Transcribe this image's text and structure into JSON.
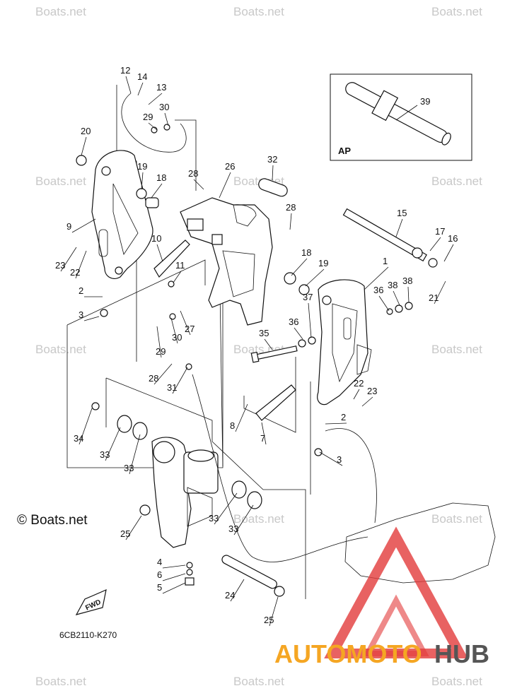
{
  "watermark_text": "Boats.net",
  "copyright_label": "© Boats.net",
  "diagram_code": "6CB2110-K270",
  "inset": {
    "label": "AP",
    "part_number": "39"
  },
  "fwd_label": "FWD",
  "logo": {
    "part1": "AUTOMOTO",
    "part2": "HUB",
    "color1": "#f5a623",
    "color2": "#555555",
    "triangle_color": "#e23b3b"
  },
  "callouts": [
    {
      "id": "c12",
      "label": "12"
    },
    {
      "id": "c14",
      "label": "14"
    },
    {
      "id": "c13",
      "label": "13"
    },
    {
      "id": "c29a",
      "label": "29"
    },
    {
      "id": "c30a",
      "label": "30"
    },
    {
      "id": "c20",
      "label": "20"
    },
    {
      "id": "c19a",
      "label": "19"
    },
    {
      "id": "c18a",
      "label": "18"
    },
    {
      "id": "c28a",
      "label": "28"
    },
    {
      "id": "c26",
      "label": "26"
    },
    {
      "id": "c32",
      "label": "32"
    },
    {
      "id": "c28b",
      "label": "28"
    },
    {
      "id": "c9",
      "label": "9"
    },
    {
      "id": "c10",
      "label": "10"
    },
    {
      "id": "c23a",
      "label": "23"
    },
    {
      "id": "c22a",
      "label": "22"
    },
    {
      "id": "c11",
      "label": "11"
    },
    {
      "id": "c2a",
      "label": "2"
    },
    {
      "id": "c3a",
      "label": "3"
    },
    {
      "id": "c27",
      "label": "27"
    },
    {
      "id": "c29b",
      "label": "29"
    },
    {
      "id": "c30b",
      "label": "30"
    },
    {
      "id": "c18b",
      "label": "18"
    },
    {
      "id": "c19b",
      "label": "19"
    },
    {
      "id": "c15",
      "label": "15"
    },
    {
      "id": "c17",
      "label": "17"
    },
    {
      "id": "c16",
      "label": "16"
    },
    {
      "id": "c1",
      "label": "1"
    },
    {
      "id": "c36a",
      "label": "36"
    },
    {
      "id": "c38a",
      "label": "38"
    },
    {
      "id": "c38b",
      "label": "38"
    },
    {
      "id": "c21",
      "label": "21"
    },
    {
      "id": "c37",
      "label": "37"
    },
    {
      "id": "c36b",
      "label": "36"
    },
    {
      "id": "c35",
      "label": "35"
    },
    {
      "id": "c28c",
      "label": "28"
    },
    {
      "id": "c31",
      "label": "31"
    },
    {
      "id": "c22b",
      "label": "22"
    },
    {
      "id": "c23b",
      "label": "23"
    },
    {
      "id": "c8",
      "label": "8"
    },
    {
      "id": "c2b",
      "label": "2"
    },
    {
      "id": "c7",
      "label": "7"
    },
    {
      "id": "c3b",
      "label": "3"
    },
    {
      "id": "c34",
      "label": "34"
    },
    {
      "id": "c33a",
      "label": "33"
    },
    {
      "id": "c33b",
      "label": "33"
    },
    {
      "id": "c33c",
      "label": "33"
    },
    {
      "id": "c33d",
      "label": "33"
    },
    {
      "id": "c25a",
      "label": "25"
    },
    {
      "id": "c4",
      "label": "4"
    },
    {
      "id": "c6",
      "label": "6"
    },
    {
      "id": "c5",
      "label": "5"
    },
    {
      "id": "c24",
      "label": "24"
    },
    {
      "id": "c25b",
      "label": "25"
    }
  ]
}
